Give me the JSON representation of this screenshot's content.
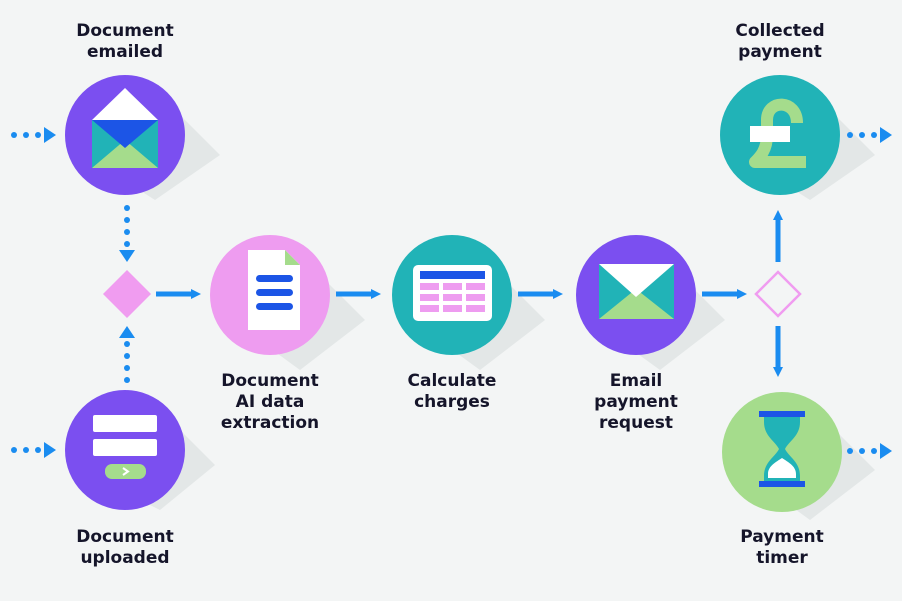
{
  "labels": {
    "document_emailed": "Document\nemailed",
    "document_uploaded": "Document\nuploaded",
    "ai_extraction": "Document\nAI data\nextraction",
    "calculate_charges": "Calculate\ncharges",
    "email_payment_request": "Email\npayment\nrequest",
    "collected_payment": "Collected\npayment",
    "payment_timer": "Payment\ntimer"
  },
  "colors": {
    "background": "#f3f5f5",
    "purple": "#7b4ff0",
    "pink": "#ee9cf0",
    "teal": "#21b3b7",
    "green": "#a5dc8c",
    "blue": "#1a8cf0",
    "dark_blue": "#1c55e6",
    "diamond": "#f09cf0",
    "text": "#15152a"
  },
  "icons": {
    "document_emailed": "envelope-icon",
    "document_uploaded": "upload-form-icon",
    "ai_extraction": "document-icon",
    "calculate_charges": "table-icon",
    "email_payment_request": "envelope-icon",
    "collected_payment": "pound-icon",
    "payment_timer": "hourglass-icon"
  }
}
